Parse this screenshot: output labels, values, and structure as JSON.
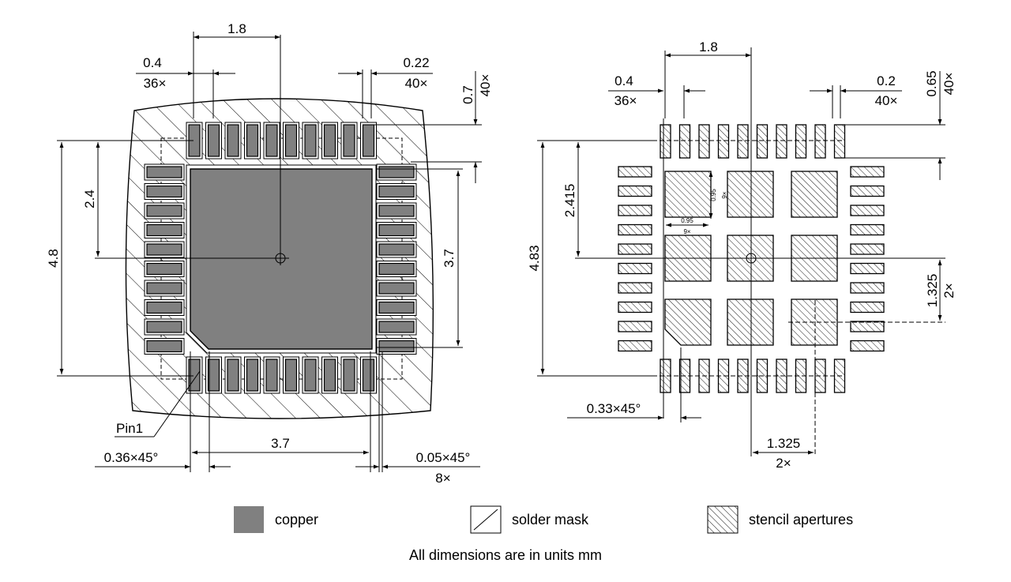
{
  "left_view": {
    "dims": {
      "pitch_top": "1.8",
      "pad_width_top": "0.4",
      "pad_width_count": "36×",
      "pad_gap": "0.22",
      "pad_gap_count": "40×",
      "pad_len": "0.7",
      "pad_len_count": "40×",
      "half_height": "2.4",
      "full_height": "4.8",
      "center_pad": "3.7",
      "center_pad_bottom": "3.7",
      "pin1": "Pin1",
      "chamfer_pin1": "0.36×45°",
      "chamfer_small": "0.05×45°",
      "chamfer_small_count": "8×"
    }
  },
  "right_view": {
    "dims": {
      "pitch_top": "1.8",
      "pad_width_top": "0.4",
      "pad_width_count": "36×",
      "pad_gap": "0.2",
      "pad_gap_count": "40×",
      "pad_len": "0.65",
      "pad_len_count": "40×",
      "half_height": "2.415",
      "full_height": "4.83",
      "aperture_pitch_v": "1.325",
      "aperture_pitch_v_count": "2×",
      "aperture_pitch_h": "1.325",
      "aperture_pitch_h_count": "2×",
      "chamfer": "0.33×45°",
      "aperture_size_a": "0.95",
      "aperture_size_a_count": "9×",
      "aperture_size_b": "0.95",
      "aperture_size_b_count": "9×"
    }
  },
  "legend": {
    "copper": "copper",
    "solder_mask": "solder mask",
    "stencil": "stencil apertures"
  },
  "footer": "All dimensions are in units mm",
  "colors": {
    "copper": "#808080",
    "line": "#000000",
    "background": "#ffffff"
  }
}
